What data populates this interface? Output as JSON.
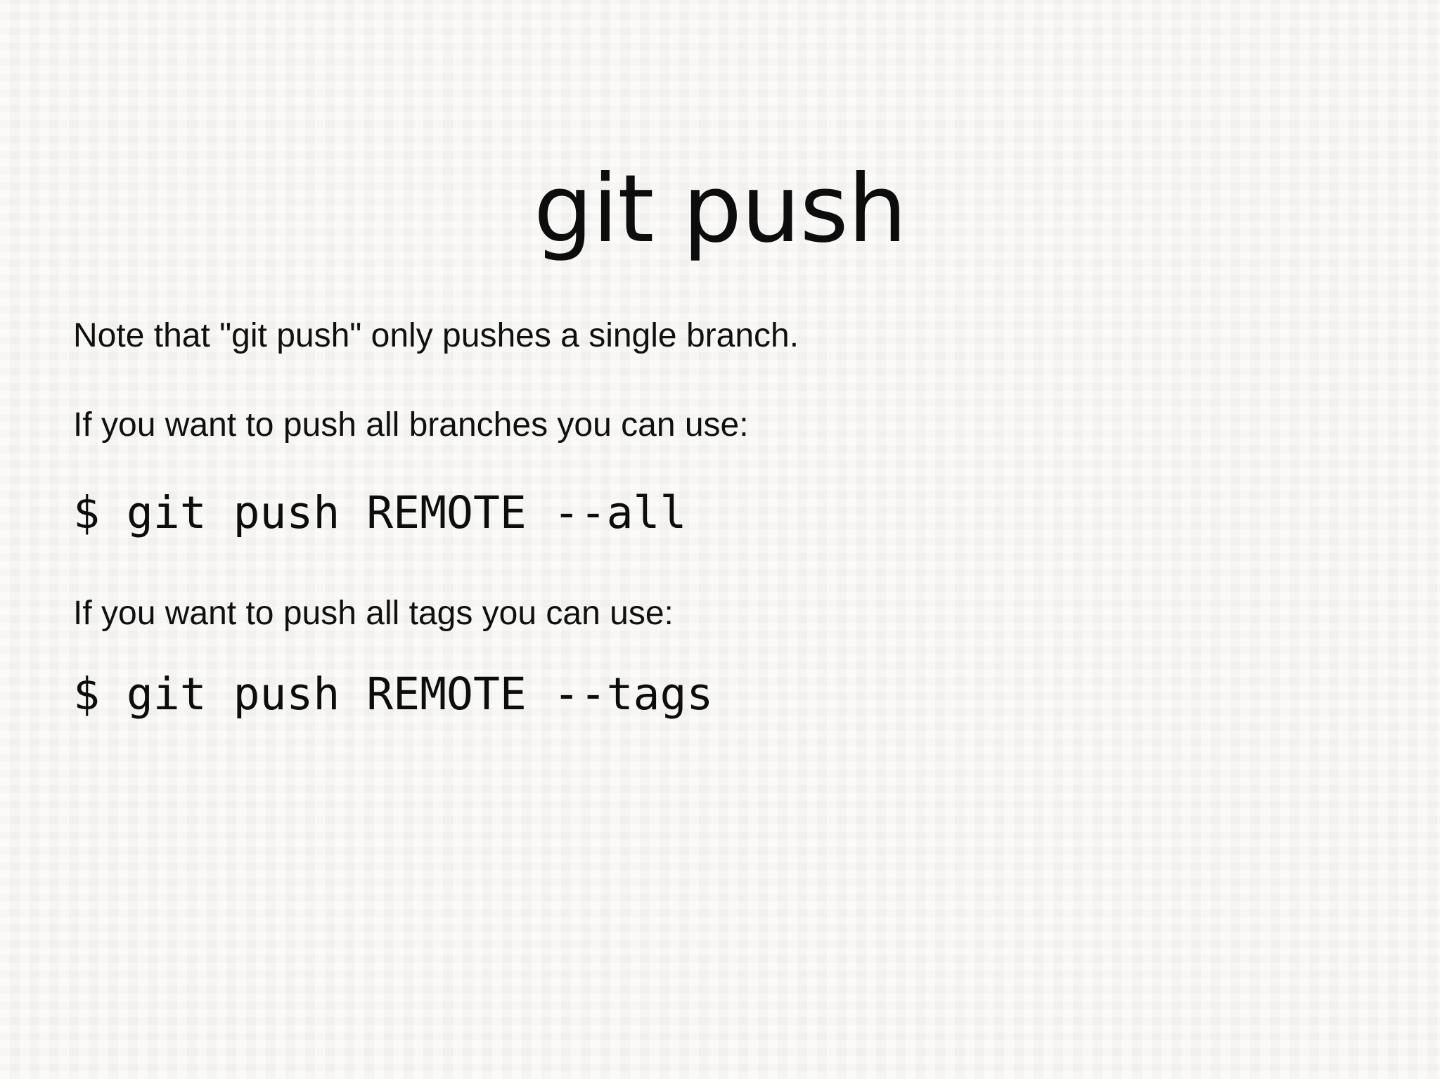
{
  "slide": {
    "title": "git push",
    "note": "Note that \"git push\" only pushes a single branch.",
    "branches_intro": "If you want to push all branches you can use:",
    "branches_command": "$ git push REMOTE --all",
    "tags_intro": "If you want to push all tags you can use:",
    "tags_command": "$ git push REMOTE --tags",
    "colors": {
      "background": "#f5f4f2",
      "text": "#111111"
    }
  }
}
